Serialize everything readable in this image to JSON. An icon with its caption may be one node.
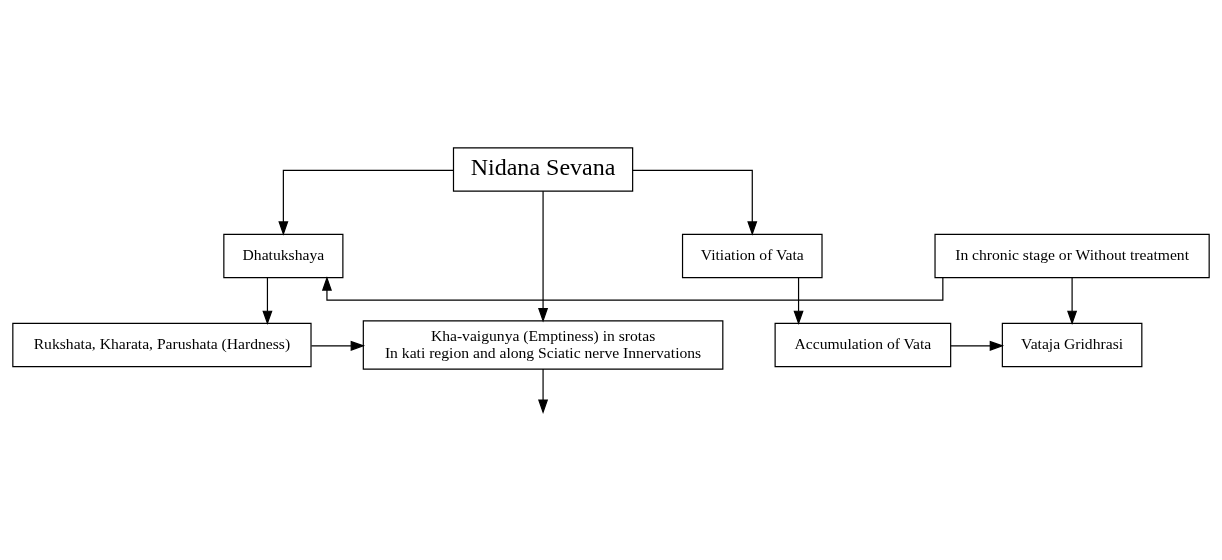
{
  "diagram": {
    "nodes": [
      {
        "text": [
          "Nidana Sevana"
        ]
      },
      {
        "text": [
          "Vitiation of Vata"
        ]
      },
      {
        "text": [
          "Dhatukshaya"
        ]
      },
      {
        "text": [
          "Kha-vaigunya (Emptiness) in srotas",
          "In kati region and along Sciatic nerve Innervations"
        ]
      },
      {
        "text": [
          "Rukshata, Kharata, Parushata (Hardness)"
        ]
      },
      {
        "text": [
          "In chronic stage or Without treatment"
        ]
      },
      {
        "text": [
          "Accumulation of Vata"
        ]
      },
      {
        "text": [
          "Vataja Gridhrasi"
        ]
      }
    ],
    "edges": [
      {
        "from": 0,
        "to": 1,
        "arrow": "to"
      },
      {
        "from": 0,
        "to": 3,
        "arrow": "to"
      },
      {
        "from": 0,
        "to": 2,
        "arrow": "to"
      },
      {
        "from": 2,
        "to": 4,
        "arrow": "to"
      },
      {
        "from": 4,
        "to": 3,
        "arrow": "to"
      },
      {
        "from": 5,
        "to": 2,
        "arrow": "to"
      },
      {
        "from": 1,
        "to": 6,
        "arrow": "to"
      },
      {
        "from": 3,
        "to": null,
        "arrow": "to"
      },
      {
        "from": 5,
        "to": 7,
        "arrow": "to"
      },
      {
        "from": 6,
        "to": 7,
        "arrow": "to"
      }
    ]
  }
}
